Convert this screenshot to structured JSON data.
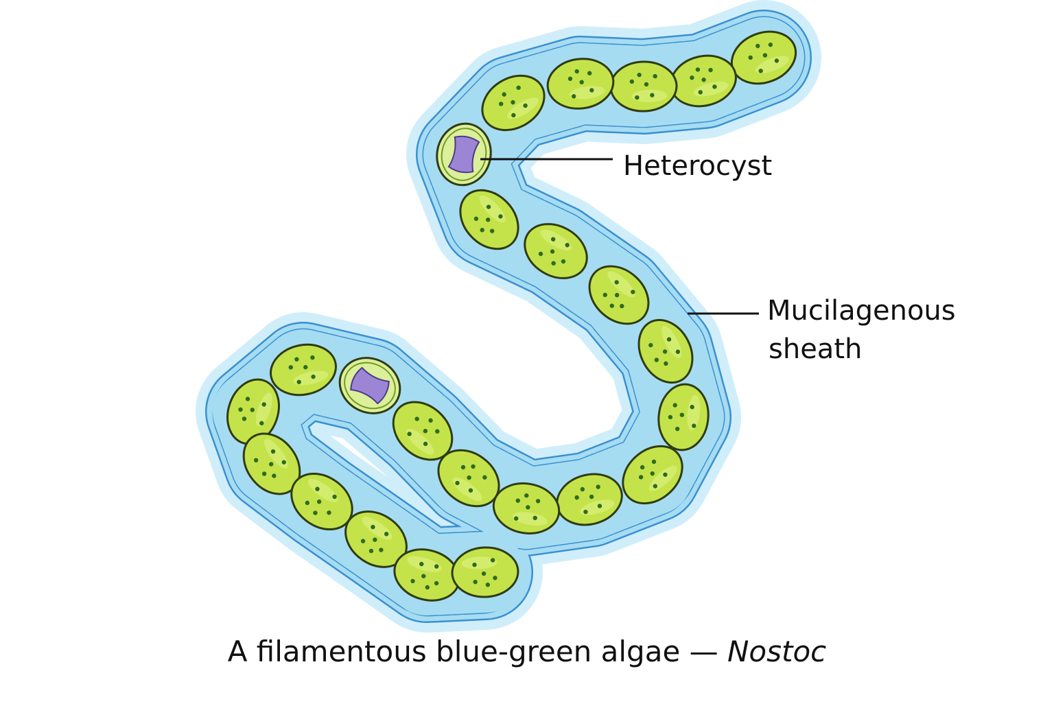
{
  "labels": {
    "heterocyst": "Heterocyst",
    "sheath_line1": "Mucilagenous",
    "sheath_line2": "sheath"
  },
  "caption": {
    "prefix": "A filamentous blue-green algae — ",
    "genus": "Nostoc"
  },
  "colors": {
    "sheath_fill": "#a6dcf2",
    "sheath_edge": "#3a8fd0",
    "cell_fill": "#c4e34a",
    "cell_stroke": "#2f3b12",
    "cell_dot": "#2f6b1c",
    "heterocyst_fill": "#dcef9a",
    "heterocyst_core": "#9d85d6",
    "leader_line": "#111111"
  }
}
